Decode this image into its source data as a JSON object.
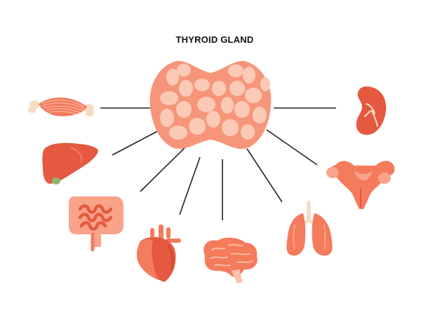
{
  "title": "THYROID GLAND",
  "colors": {
    "organ_main": "#f47b5c",
    "organ_light": "#f9a38a",
    "organ_pale": "#fbc3ad",
    "organ_dark": "#e4593f",
    "thyroid_base": "#f6957a",
    "thyroid_follicle": "#fbcab6",
    "line": "#222222",
    "gallbladder": "#8fb56c",
    "bone": "#f6dcc5"
  },
  "organs": [
    {
      "name": "muscle",
      "icon": "muscle-icon"
    },
    {
      "name": "liver",
      "icon": "liver-icon"
    },
    {
      "name": "intestines",
      "icon": "intestines-icon"
    },
    {
      "name": "heart",
      "icon": "heart-icon"
    },
    {
      "name": "brain",
      "icon": "brain-icon"
    },
    {
      "name": "lungs",
      "icon": "lungs-icon"
    },
    {
      "name": "uterus",
      "icon": "uterus-icon"
    },
    {
      "name": "kidney",
      "icon": "kidney-icon"
    }
  ]
}
